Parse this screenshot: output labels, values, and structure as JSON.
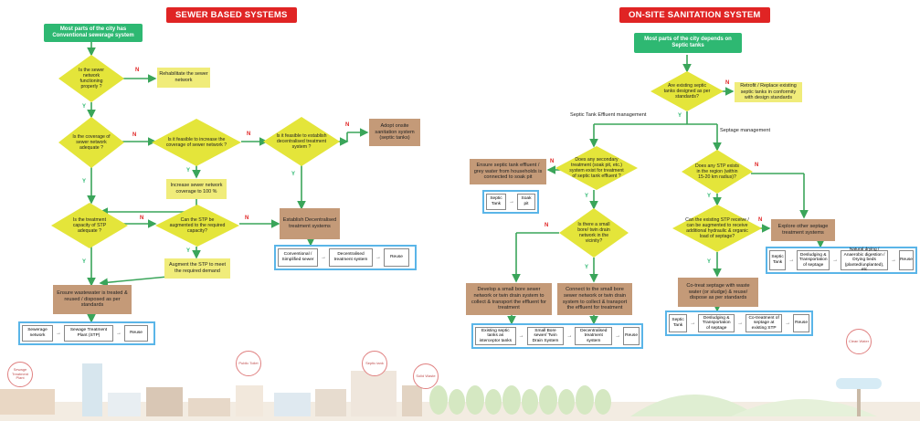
{
  "titles": {
    "left": "SEWER BASED SYSTEMS",
    "right": "ON-SITE SANITATION SYSTEM"
  },
  "colors": {
    "title": "#e02424",
    "start": "#2eb872",
    "decision": "#e4e53a",
    "action": "#f0ec7a",
    "outcome": "#c49a78",
    "strip_border": "#5ab5e8",
    "yes": "#2eb872",
    "no": "#e02424"
  },
  "labels": {
    "yes": "Y",
    "no": "N"
  },
  "left": {
    "start": "Most parts of the city has Conventional sewerage system",
    "d1": "Is the sewer network functioning properly ?",
    "a1": "Rehabilitate the sewer network",
    "d2": "Is the coverage of sewer network adequate ?",
    "d3": "Is it feasible to increase the coverage of sewer network ?",
    "d4": "Is it feasible to establish decentralised treatment system ?",
    "o1": "Adopt onsite sanitation system (septic tanks)",
    "a2": "Increase sewer network coverage to 100 %",
    "d5": "Is the treatment capacity of STP adequate ?",
    "d6": "Can the STP be augmented to the required capacity?",
    "o2": "Establish Decentralised treatment systems",
    "a3": "Augment the STP to meet the required demand",
    "o3": "Ensure wastewater is treated & reused / disposed as per standards",
    "strip1": [
      "Sewerage network",
      "Sewage Treatment Plant (STP)",
      "Reuse"
    ],
    "strip2": [
      "Conventional / Simplified sewer",
      "Decentralised treatment system",
      "Reuse"
    ]
  },
  "right": {
    "start": "Most parts of the city depends on Septic tanks",
    "d1": "Are existing septic tanks designed as per standards?",
    "a1": "Retrofit / Replace existing septic tanks in conformity with design standards",
    "branch_left": "Septic Tank Effluent management",
    "branch_right": "Septage management",
    "d2": "Does any secondary treatment (soak pit, etc.) system exist for treatment of septic tank effluent ?",
    "o1": "Ensure septic tank effluent / grey water from households is connected to soak pit",
    "strip_soak": [
      "Septic Tank",
      "Soak pit"
    ],
    "d3": "Is there a small bore/ twin drain network in the vicinity?",
    "a2": "Develop a small bore sewer network or twin drain system to collect & transport the effluent for treatment",
    "a3": "Connect to the small bore sewer network or twin drain system to collect & transport the effluent for treatment",
    "strip3": [
      "Existing septic tanks as interceptor tanks",
      "Small Bore sewer/ Twin Drain System",
      "Decentralised treatment system",
      "Reuse"
    ],
    "d4": "Does any STP exists in the region (within 15-20 km radius)?",
    "d5": "Can the existing STP receive / can be augmented to receive additional hydraulic & organic load of septage?",
    "o2": "Explore other septage treatment systems",
    "strip4": [
      "Septic Tank",
      "Desludging & Transportation of septage",
      "Natural drying / Anaerobic digestion / Drying beds (planted/unplanted), etc",
      "Reuse"
    ],
    "a4": "Co-treat septage with waste water (or sludge) & reuse/ dispose as per standards",
    "strip5": [
      "Septic Tank",
      "Desludging & Transportation of septage",
      "Co-treatment of septage at existing STP",
      "Reuse"
    ]
  },
  "scene": {
    "pin1": "Sewage Treatment Plant",
    "pin2": "Public Toilet",
    "pin3": "Septic tank",
    "pin4": "Solid Waste",
    "pin5": "Clean Water"
  }
}
